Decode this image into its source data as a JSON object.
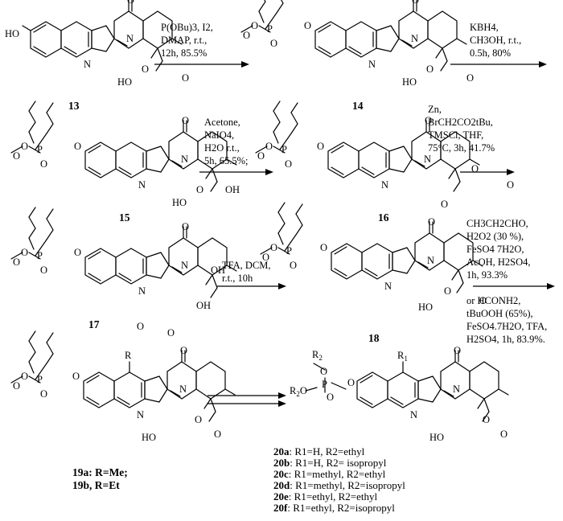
{
  "compounds": {
    "c13": "13",
    "c14": "14",
    "c15": "15",
    "c16": "16",
    "c17": "17",
    "c18": "18",
    "c19a": "19a: R=Me;",
    "c19b": "19b, R=Et"
  },
  "atoms": {
    "HO": "HO",
    "OH": "OH",
    "O": "O",
    "N": "N",
    "P": "P",
    "R": "R",
    "R1": "R1",
    "R2": "R2"
  },
  "step1": [
    "P(OBu)3, I2,",
    "DMAP, r.t.,",
    "12h, 85.5%"
  ],
  "step2": [
    "KBH4,",
    "CH3OH, r.t.,",
    "0.5h, 80%"
  ],
  "step3": [
    "Acetone,",
    "NaIO4,",
    "H2O r.t.,",
    "5h, 65.5%;"
  ],
  "step4": [
    "Zn,",
    "BrCH2CO2tBu,",
    "TMSCl, THF,",
    "75°C, 3h, 41.7%"
  ],
  "step5": [
    "TFA, DCM,",
    "r.t., 10h"
  ],
  "step6": [
    "CH3CH2CHO,",
    "H2O2 (30 %),",
    "FeSO4 7H2O,",
    "AcOH, H2SO4,",
    "1h, 93.3%",
    "or HCONH2,",
    "tBuOOH (65%),",
    "FeSO4.7H2O, TFA,",
    "H2SO4, 1h, 83.9%."
  ],
  "products": [
    {
      "label": "20a",
      "text": ": R1=H, R2=ethyl"
    },
    {
      "label": "20b",
      "text": ": R1=H, R2= isopropyl"
    },
    {
      "label": "20c",
      "text": ": R1=methyl, R2=ethyl"
    },
    {
      "label": "20d",
      "text": ": R1=methyl, R2=isopropyl"
    },
    {
      "label": "20e",
      "text": ": R1=ethyl, R2=ethyl"
    },
    {
      "label": "20f",
      "text": ": R1=ethyl, R2=isopropyl"
    }
  ]
}
